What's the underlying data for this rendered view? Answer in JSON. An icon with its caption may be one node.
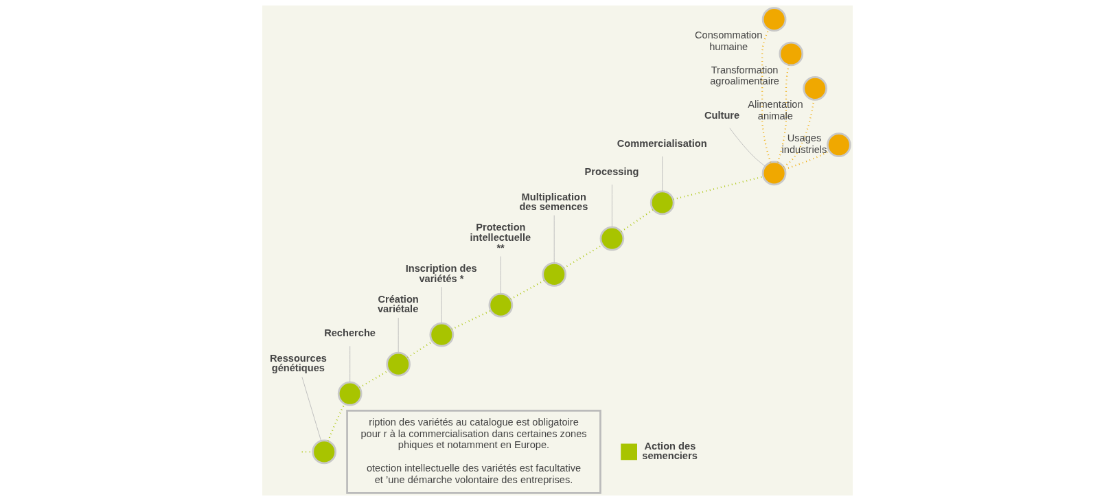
{
  "diagram": {
    "nodes": [
      {
        "text": [
          "ription des variétés au catalogue est obligatoire pour r à la commercialisation dans certaines zones phiques et notamment en Europe.",
          "otection intellectuelle des variétés est facultative et ’une démarche volontaire des entreprises."
        ]
      },
      {
        "text": [
          "Ressources génétiques"
        ]
      },
      {
        "text": [],
        "shape": "circle"
      },
      {
        "text": [
          "Recherche"
        ]
      },
      {
        "text": [],
        "shape": "circle"
      },
      {
        "text": [
          "Création variétale"
        ]
      },
      {
        "text": [],
        "shape": "circle"
      },
      {
        "text": [
          "Inscription des variétés *"
        ]
      },
      {
        "text": [],
        "shape": "circle"
      },
      {
        "text": [
          "Protection intellectuelle **"
        ]
      },
      {
        "text": [],
        "shape": "circle"
      },
      {
        "text": [
          "Multiplication des semences"
        ]
      },
      {
        "text": [],
        "shape": "circle"
      },
      {
        "text": [
          "Processing"
        ]
      },
      {
        "text": [],
        "shape": "circle"
      },
      {
        "text": [
          "Commercialisation"
        ]
      },
      {
        "text": [],
        "shape": "circle"
      },
      {
        "text": [
          "Culture"
        ]
      },
      {
        "text": [],
        "shape": "circle"
      },
      {
        "text": [],
        "shape": "circle",
        "beside": [
          "Consommation humaine"
        ]
      },
      {
        "text": [],
        "shape": "circle",
        "beside": [
          "Transformation agroalimentaire"
        ]
      },
      {
        "text": [],
        "shape": "circle",
        "beside": [
          "Alimentation animale"
        ]
      },
      {
        "text": [],
        "shape": "circle",
        "beside": [
          "Usages industriels"
        ]
      }
    ],
    "edges": [
      {
        "from": 1,
        "to": 2,
        "arrow": "none",
        "color": "#bbbbbb"
      },
      {
        "from": 3,
        "to": 4,
        "arrow": "none",
        "color": "#bbbbbb"
      },
      {
        "from": 5,
        "to": 6,
        "arrow": "none",
        "color": "#bbbbbb"
      },
      {
        "from": 7,
        "to": 8,
        "arrow": "none",
        "color": "#bbbbbb"
      },
      {
        "from": 9,
        "to": 10,
        "arrow": "none",
        "color": "#bbbbbb"
      },
      {
        "from": 11,
        "to": 12,
        "arrow": "none",
        "color": "#bbbbbb"
      },
      {
        "from": 13,
        "to": 14,
        "arrow": "none",
        "color": "#bbbbbb"
      },
      {
        "from": 15,
        "to": 16,
        "arrow": "none",
        "color": "#bbbbbb"
      },
      {
        "from": 17,
        "to": 18,
        "arrow": "none",
        "color": "#bbbbbb"
      },
      {
        "from": null,
        "to": 2,
        "arrow": "none",
        "style": "dashed",
        "color": "#a8c400"
      },
      {
        "from": 2,
        "to": 4,
        "arrow": "none",
        "style": "dashed",
        "color": "#a8c400"
      },
      {
        "from": 4,
        "to": 6,
        "arrow": "none",
        "style": "dashed",
        "color": "#a8c400"
      },
      {
        "from": 6,
        "to": 8,
        "arrow": "none",
        "style": "dashed",
        "color": "#a8c400"
      },
      {
        "from": 8,
        "to": 10,
        "arrow": "none",
        "style": "dashed",
        "color": "#a8c400"
      },
      {
        "from": 10,
        "to": 12,
        "arrow": "none",
        "style": "dashed",
        "color": "#a8c400"
      },
      {
        "from": 12,
        "to": 14,
        "arrow": "none",
        "style": "dashed",
        "color": "#a8c400"
      },
      {
        "from": 14,
        "to": 16,
        "arrow": "none",
        "style": "dashed",
        "color": "#a8c400"
      },
      {
        "from": 16,
        "to": 18,
        "arrow": "none",
        "style": "dashed",
        "color": "#a8c400"
      },
      {
        "from": 18,
        "to": 19,
        "arrow": "none",
        "style": "dashed",
        "color": "#f0a800"
      },
      {
        "from": 18,
        "to": 20,
        "arrow": "none",
        "style": "dashed",
        "color": "#f0a800"
      },
      {
        "from": 18,
        "to": 21,
        "arrow": "none",
        "style": "dashed",
        "color": "#f0a800"
      },
      {
        "from": 18,
        "to": 22,
        "arrow": "none",
        "style": "dashed",
        "color": "#f0a800"
      }
    ],
    "legend": [
      {
        "text": "Action des semenciers",
        "color": "#a8c400"
      }
    ]
  }
}
